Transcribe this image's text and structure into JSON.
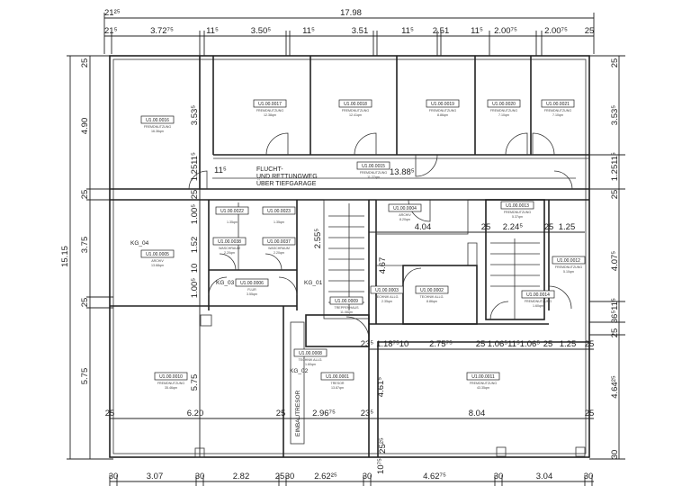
{
  "dimensions": {
    "overall_width": "17.98",
    "top_row": [
      "21²⁵",
      "21⁵",
      "3.72⁷⁵",
      "11⁵",
      "3.50⁵",
      "11⁵",
      "3.51",
      "11⁵",
      "2.51",
      "11⁵",
      "2.00⁷⁵",
      "2.00⁷⁵",
      "25"
    ],
    "left_outer": {
      "total": "15.15",
      "segments": [
        "4.90",
        "3.75",
        "5.75"
      ],
      "small": [
        "25",
        "25",
        "25"
      ]
    },
    "left_inner": [
      "3.53⁵",
      "11⁵",
      "1.25",
      "25",
      "1.00⁵",
      "1.52",
      "10",
      "1.00⁵",
      "5.75"
    ],
    "right": [
      "25",
      "3.53⁵",
      "11⁵",
      "1.25",
      "25",
      "4.07⁵",
      "11⁵",
      "36⁵",
      "25",
      "4.64²⁵",
      "30"
    ],
    "middle_row": [
      "4.04",
      "25",
      "2.24⁵",
      "25",
      "1.25"
    ],
    "lower_row": [
      "23⁵",
      "1.18⁷⁵",
      "10",
      "2.75⁷⁵",
      "25",
      "1.06⁵",
      "11⁵",
      "1.06⁵",
      "25",
      "1.25",
      "25"
    ],
    "band_row": [
      "25",
      "6.20",
      "25",
      "2.96⁷⁵",
      "23⁵",
      "8.04",
      "25"
    ],
    "bottom_row": [
      "30",
      "3.07",
      "30",
      "2.82",
      "25",
      "30",
      "2.62²⁵",
      "30",
      "4.62⁷⁵",
      "30",
      "3.04",
      "30"
    ],
    "misc": {
      "stair_height": "2.55⁵",
      "hall_height": "4.67",
      "tresor_height": "4.61⁵",
      "corridor_length": "13.88⁵",
      "wall_11": "11⁵",
      "wall_25": "25²⁵",
      "wall_10": "10⁷⁵"
    }
  },
  "rooms": [
    {
      "id": "U1.00.0016",
      "use": "FREMDNUTZUNG",
      "area": "16.36qm"
    },
    {
      "id": "U1.00.0017",
      "use": "FREMDNUTZUNG",
      "area": "12.38qm"
    },
    {
      "id": "U1.00.0018",
      "use": "FREMDNUTZUNG",
      "area": "12.41qm"
    },
    {
      "id": "U1.00.0019",
      "use": "FREMDNUTZUNG",
      "area": "8.86qm"
    },
    {
      "id": "U1.00.0020",
      "use": "FREMDNUTZUNG",
      "area": "7.10qm"
    },
    {
      "id": "U1.00.0021",
      "use": "FREMDNUTZUNG",
      "area": "7.10qm"
    },
    {
      "id": "U1.00.0015",
      "use": "FREMDNUTZUNG",
      "area": "11.27qm"
    },
    {
      "id": "U1.00.0005",
      "use": "ARCHIV",
      "area": "13.68qm"
    },
    {
      "id": "U1.00.0022",
      "use": "",
      "area": "1.35qm"
    },
    {
      "id": "U1.00.0023",
      "use": "",
      "area": "1.35qm"
    },
    {
      "id": "U1.00.0038",
      "use": "WASCHRAUM",
      "area": "2.20qm"
    },
    {
      "id": "U1.00.0037",
      "use": "WASCHRAUM",
      "area": "2.20qm"
    },
    {
      "id": "U1.00.0006",
      "use": "FLUR",
      "area": "3.55qm"
    },
    {
      "id": "U1.00.0009",
      "use": "TREPPENHAUS",
      "area": "11.08qm"
    },
    {
      "id": "U1.00.0003",
      "use": "TECHNIK ALLG.",
      "area": "2.35qm"
    },
    {
      "id": "U1.00.0004",
      "use": "ARCHIV",
      "area": "8.20qm"
    },
    {
      "id": "U1.00.0002",
      "use": "TECHNIK ALLG.",
      "area": "8.86qm"
    },
    {
      "id": "U1.00.0013",
      "use": "FREMDNUTZUNG",
      "area": "5.37qm"
    },
    {
      "id": "U1.00.0012",
      "use": "FREMDNUTZUNG",
      "area": "5.10qm"
    },
    {
      "id": "U1.00.0014",
      "use": "FREMDNUTZUNG",
      "area": "1.60qm"
    },
    {
      "id": "U1.00.0010",
      "use": "FREMDNUTZUNG",
      "area": "35.46qm"
    },
    {
      "id": "U1.00.0001",
      "use": "TRESOR",
      "area": "13.87qm"
    },
    {
      "id": "U1.00.0011",
      "use": "FREMDNUTZUNG",
      "area": "43.35qm"
    },
    {
      "id": "U1.00.0008",
      "use": "TECHNIK ALLG.",
      "area": "1.60qm"
    }
  ],
  "zones": [
    "KG_04",
    "KG_03",
    "KG_01",
    "KG_02"
  ],
  "notes": {
    "escape_route": [
      "FLUCHT-",
      "UND RETTUNGWEG",
      "ÜBER TIEFGARAGE"
    ],
    "vault_label": "EINBAUTRESOR"
  }
}
